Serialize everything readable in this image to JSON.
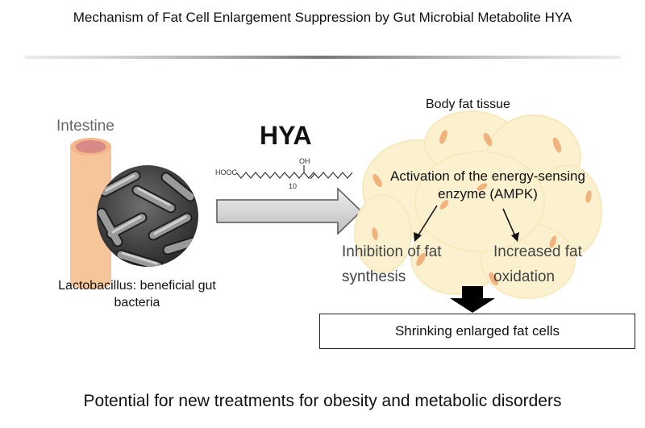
{
  "title": "Mechanism of Fat Cell Enlargement Suppression by Gut Microbial Metabolite HYA",
  "intestine": {
    "label": "Intestine"
  },
  "bacteria": {
    "label": "Lactobacillus: beneficial gut bacteria"
  },
  "metabolite": {
    "name": "HYA",
    "structure": {
      "acid_group": "HOOC",
      "hydroxyl": "OH",
      "position": "10"
    }
  },
  "fat_tissue": {
    "label": "Body fat tissue",
    "activation": "Activation of the energy-sensing enzyme (AMPK)",
    "effect_left": "Inhibition of fat synthesis",
    "effect_right": "Increased fat oxidation"
  },
  "result": "Shrinking enlarged fat cells",
  "conclusion": "Potential for new treatments for obesity and metabolic disorders",
  "colors": {
    "intestine_body": "#f6c69a",
    "intestine_top": "#d98a86",
    "fat_cell": "#fbf1cf",
    "fat_nucleus": "#f2b27e",
    "arrow_fill": "#d9d9d9"
  }
}
